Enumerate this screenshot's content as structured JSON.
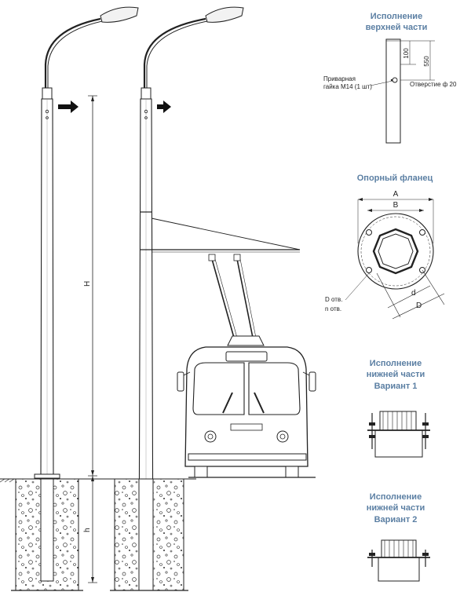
{
  "dimensions": {
    "total_height": "H",
    "buried_depth": "h"
  },
  "upper_section": {
    "title_line1": "Исполнение",
    "title_line2": "верхней части",
    "dim_100": "100",
    "dim_550": "550",
    "nut_label_line1": "Приварная",
    "nut_label_line2": "гайка М14 (1 шт)",
    "hole_label": "Отверстие ф 20"
  },
  "flange": {
    "title": "Опорный фланец",
    "label_a": "A",
    "label_b": "B",
    "label_d_small": "d",
    "label_d_big": "D",
    "holes_d_label": "D отв.",
    "holes_n_label": "n отв."
  },
  "lower_variant_1": {
    "title_line1": "Исполнение",
    "title_line2": "нижней части",
    "title_line3": "Вариант 1"
  },
  "lower_variant_2": {
    "title_line1": "Исполнение",
    "title_line2": "нижней части",
    "title_line3": "Вариант 2"
  },
  "colors": {
    "accent_title": "#5b7fa3",
    "line": "#222222",
    "arrow": "#111111"
  }
}
